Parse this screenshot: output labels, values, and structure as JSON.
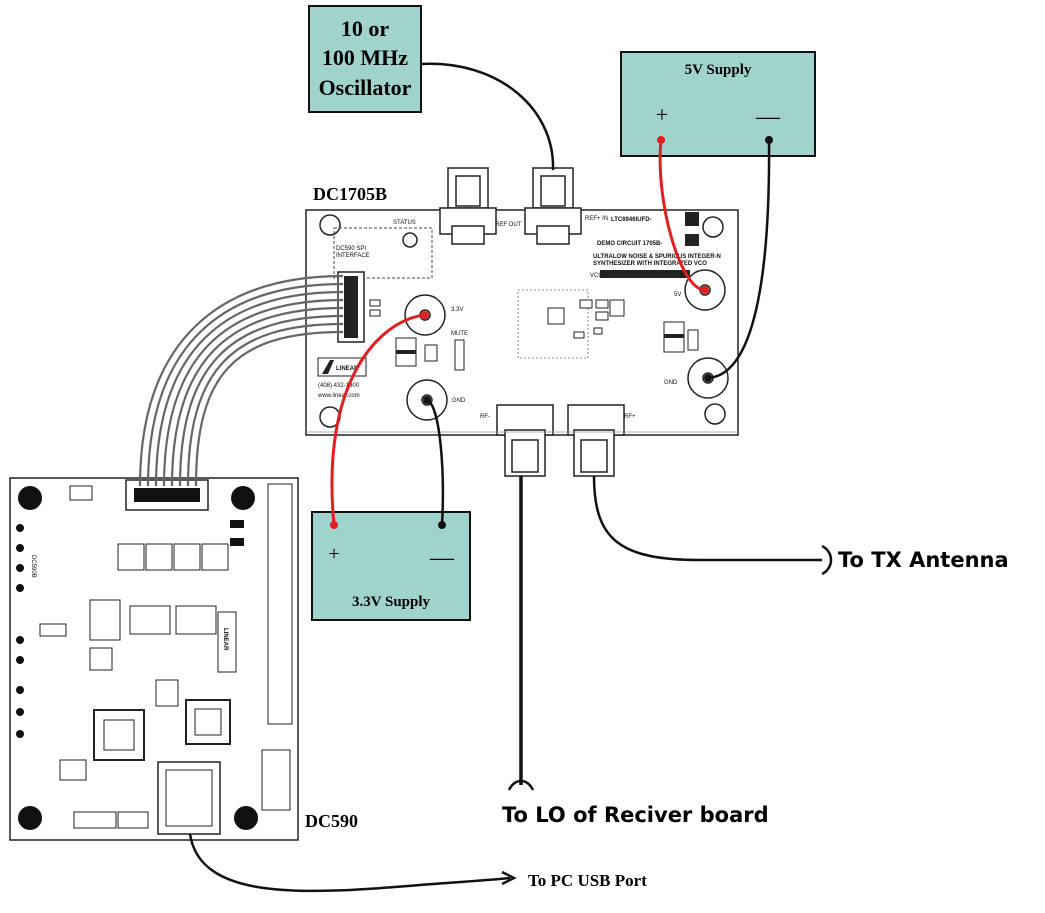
{
  "oscillator": {
    "line1": "10 or",
    "line2": "100 MHz",
    "line3": "Oscillator"
  },
  "supply_5v": {
    "title": "5V Supply",
    "plus": "+",
    "minus": "—"
  },
  "supply_3v3": {
    "title": "3.3V Supply",
    "plus": "+",
    "minus": "—"
  },
  "board_top": {
    "name": "DC1705B",
    "labels": {
      "status": "STATUS",
      "ref_out": "REF OUT",
      "ref_plus_in": "REF+ IN",
      "part": "LTC6946IUFD-",
      "demo": "DEMO CIRCUIT 1705B-",
      "desc1": "ULTRALOW NOISE & SPURIOUS INTEGER-N",
      "desc2": "SYNTHESIZER WITH INTEGRATED VCO",
      "vco": "VCO+",
      "spi1": "DC590 SPI",
      "spi2": "INTERFACE",
      "v33": "3.3V",
      "v5": "5V",
      "gnd_left": "GND",
      "gnd_right": "GND",
      "mute": "MUTE",
      "rf_minus": "RF-",
      "rf_plus": "RF+",
      "phone": "(408) 432-1900",
      "web": "www.linear.com",
      "brand": "LINEAR"
    }
  },
  "board_bottom": {
    "name": "DC590",
    "vertical_text": "DC590B",
    "brand": "LINEAR"
  },
  "destinations": {
    "tx": "To TX Antenna",
    "lo": "To LO of Reciver board",
    "usb": "To PC USB Port"
  },
  "colors": {
    "box_fill": "#9fd3cc",
    "red_wire": "#e02020",
    "black_wire": "#111111"
  }
}
